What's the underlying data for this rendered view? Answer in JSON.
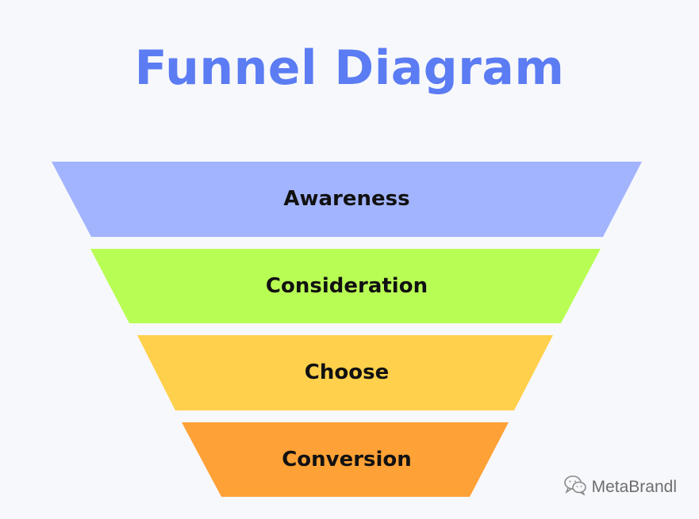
{
  "title": "Funnel Diagram",
  "colors": {
    "title": "#5b7cf2",
    "background": "#f7f8fc",
    "label": "#111111"
  },
  "stages": [
    {
      "label": "Awareness",
      "color": "#a2b4fd"
    },
    {
      "label": "Consideration",
      "color": "#b8fd54"
    },
    {
      "label": "Choose",
      "color": "#ffd04b"
    },
    {
      "label": "Conversion",
      "color": "#fea136"
    }
  ],
  "watermark": {
    "icon": "wechat-icon",
    "text": "MetaBrandl"
  }
}
